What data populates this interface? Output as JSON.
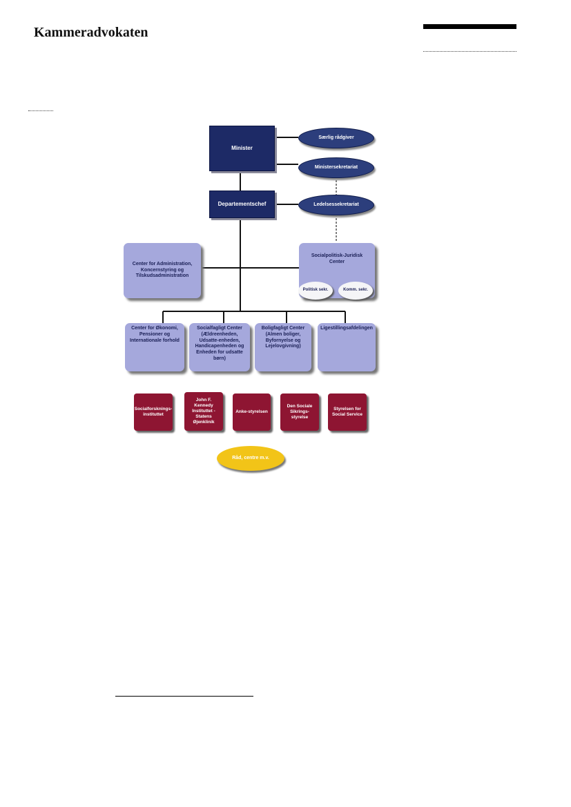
{
  "header": {
    "title": "Kammeradvokaten"
  },
  "org_chart": {
    "minister": "Minister",
    "departementschef": "Departementschef",
    "saerlig_raadgiver": "Særlig rådgiver",
    "ministersekretariat": "Ministersekretariat",
    "ledelsessekretariat": "Ledelsessekretariat",
    "center_admin": "Center for Administration, Koncernstyring og Tilskudsadministration",
    "socialpolitisk_center": "Socialpolitisk-Juridisk Center",
    "politisk_sekr": "Politisk sekr.",
    "komm_sekr": "Komm. sekr.",
    "centers": [
      "Center for Økonomi, Pensioner og Internationale forhold",
      "Socialfagligt Center (Ældreenheden, Udsatte-enheden, Handicapenheden og Enheden for udsatte børn)",
      "Boligfagligt Center (Almen boliger, Byfornyelse og Lejelovgivning)",
      "Ligestillingsafdelingen"
    ],
    "institutions": [
      "Socialforsknings-instituttet",
      "John F. Kennedy Instituttet - Statens Øjenklinik",
      "Anke-styrelsen",
      "Den Sociale Sikrings-styrelse",
      "Styrelsen for Social Service"
    ],
    "raad": "Råd, centre m.v."
  }
}
